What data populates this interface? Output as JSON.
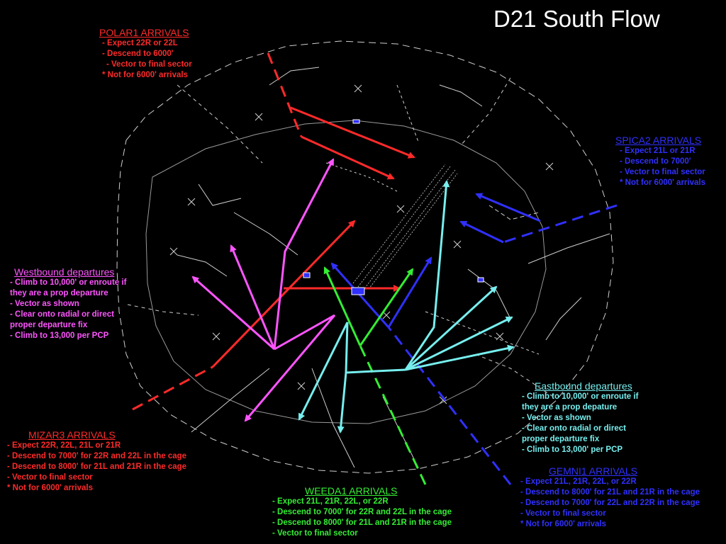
{
  "title": "D21 South Flow",
  "colors": {
    "polar": "#ff2a2a",
    "spica": "#3030ff",
    "west": "#ff55ff",
    "east": "#77eeee",
    "mizar": "#ff2a2a",
    "gemni": "#3030ff",
    "weeda": "#33ee33",
    "map": "#cfcfcf"
  },
  "polar": {
    "heading": "POLAR1 ARRIVALS",
    "lines": [
      "- Expect 22R or 22L",
      "- Descend to 6000'",
      "- Vector to final sector",
      "* Not for 6000' arrivals"
    ]
  },
  "spica": {
    "heading": "SPICA2 ARRIVALS",
    "lines": [
      "- Expect 21L or 21R",
      "- Descend to 7000'",
      "- Vector to final sector",
      "* Not for 6000' arrivals"
    ]
  },
  "westbound": {
    "heading": "Westbound departures",
    "lines": [
      "- Climb to 10,000' or enroute if",
      "they are a prop departure",
      "- Vector as shown",
      "- Clear onto radial or direct",
      "proper departure fix",
      "- Climb to 13,000 per PCP"
    ]
  },
  "eastbound": {
    "heading": "Eastbound departures",
    "lines": [
      "- Climb to 10,000' or enroute if",
      "they are a prop depature",
      "- Vector as shown",
      "- Clear onto radial or direct",
      "proper departure fix",
      "- Climb to 13,000' per PCP"
    ]
  },
  "mizar": {
    "heading": "MIZAR3 ARRIVALS",
    "lines": [
      "- Expect 22R, 22L, 21L or 21R",
      "- Descend to 7000' for 22R and 22L in the cage",
      "- Descend to 8000' for 21L and 21R in the cage",
      "- Vector to final sector",
      "* Not for 6000' arrivals"
    ]
  },
  "gemni": {
    "heading": "GEMNI1 ARRIVALS",
    "lines": [
      "- Expect 21L, 21R, 22L, or 22R",
      "- Descend to 8000' for 21L and 21R in the cage",
      "- Descend to 7000' for 22L and 22R in the cage",
      "- Vector to final sector",
      "* Not for 6000' arrivals"
    ]
  },
  "weeda": {
    "heading": "WEEDA1 ARRIVALS",
    "lines": [
      "- Expect 21L, 21R, 22L, or 22R",
      "- Descend to 7000' for 22R and 22L in the cage",
      "- Descend to 8000' for 21L and 21R in the cage",
      "- Vector to final sector"
    ]
  }
}
